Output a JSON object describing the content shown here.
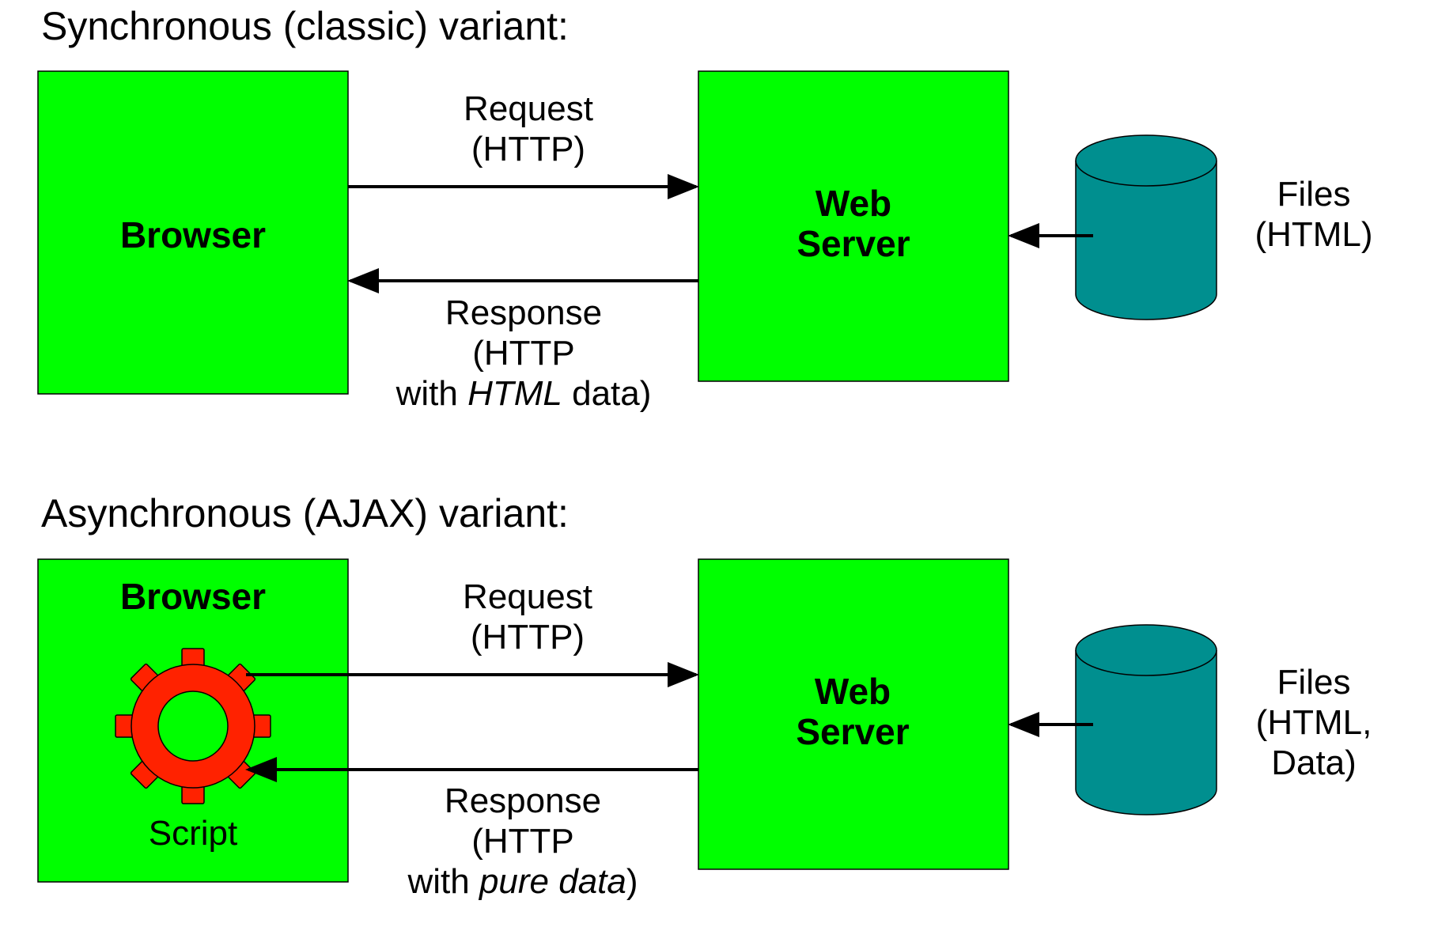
{
  "colors": {
    "box_fill": "#00FF00",
    "database_fill": "#008F8F",
    "gear_fill": "#FF2200",
    "line": "#000000"
  },
  "sync": {
    "heading": "Synchronous (classic) variant:",
    "browser": {
      "title": "Browser"
    },
    "server": {
      "title_line1": "Web",
      "title_line2": "Server"
    },
    "request": {
      "line1": "Request",
      "line2": "(HTTP)"
    },
    "response": {
      "line1": "Response",
      "line2": "(HTTP",
      "line3_prefix": "with ",
      "line3_italic": "HTML",
      "line3_suffix": " data)"
    },
    "files": {
      "line1": "Files",
      "line2": "(HTML)"
    }
  },
  "async": {
    "heading": "Asynchronous (AJAX) variant:",
    "browser": {
      "title": "Browser",
      "script_label": "Script",
      "gear_icon": "gear-icon"
    },
    "server": {
      "title_line1": "Web",
      "title_line2": "Server"
    },
    "request": {
      "line1": "Request",
      "line2": "(HTTP)"
    },
    "response": {
      "line1": "Response",
      "line2": "(HTTP",
      "line3_prefix": "with ",
      "line3_italic": "pure data",
      "line3_suffix": ")"
    },
    "files": {
      "line1": "Files",
      "line2": "(HTML,",
      "line3": "Data)"
    }
  }
}
